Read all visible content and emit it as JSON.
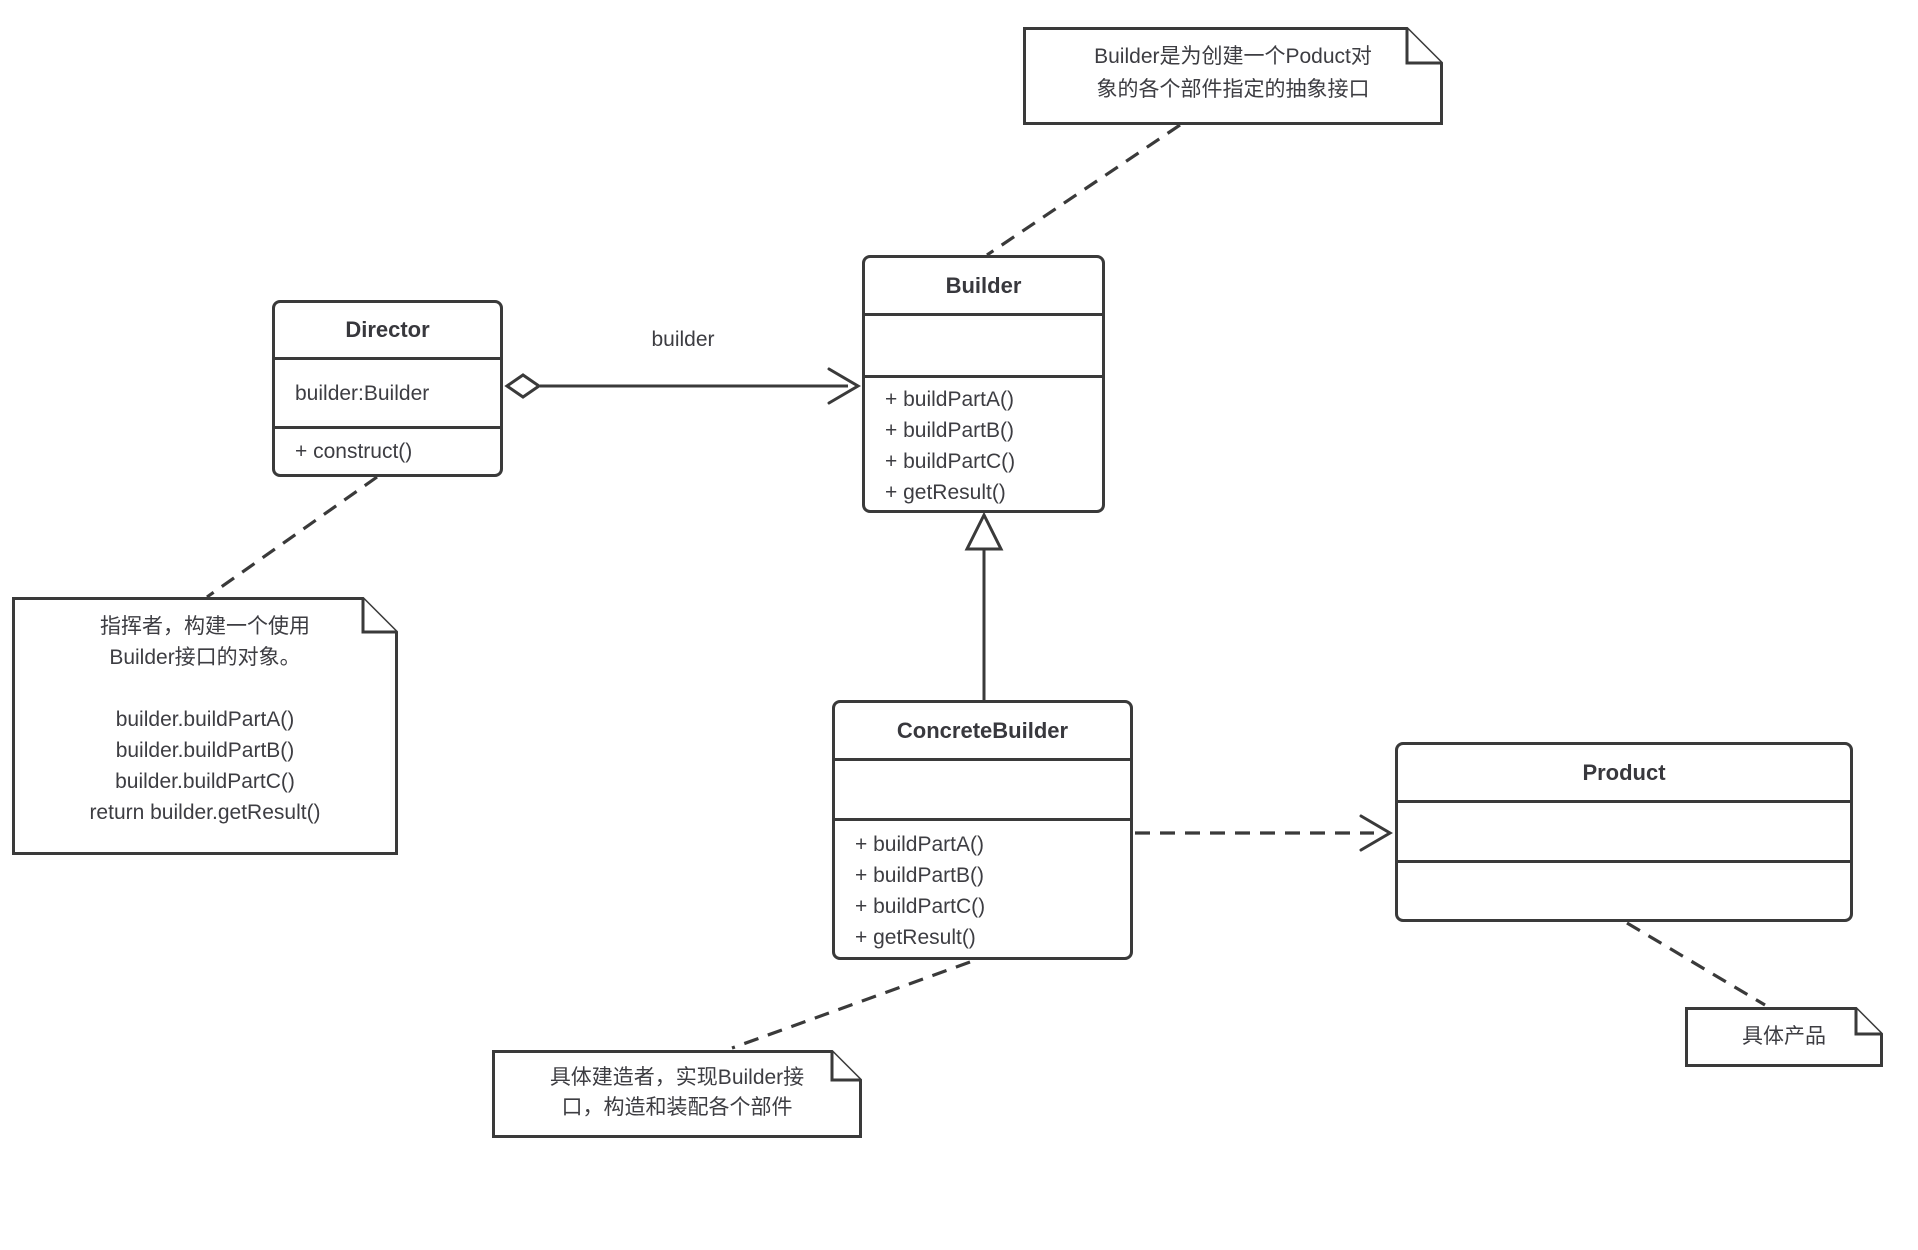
{
  "classes": [
    {
      "name": "Director",
      "attributes": [
        "builder:Builder"
      ],
      "methods": [
        "+ construct()"
      ]
    },
    {
      "name": "Builder",
      "attributes": [],
      "methods": [
        "+ buildPartA()",
        "+ buildPartB()",
        "+ buildPartC()",
        "+ getResult()"
      ]
    },
    {
      "name": "ConcreteBuilder",
      "attributes": [],
      "methods": [
        "+ buildPartA()",
        "+ buildPartB()",
        "+ buildPartC()",
        "+ getResult()"
      ]
    },
    {
      "name": "Product",
      "attributes": [],
      "methods": []
    }
  ],
  "notes": [
    {
      "id": "builder-note",
      "lines": [
        "Builder是为创建一个Poduct对",
        "象的各个部件指定的抽象接口"
      ]
    },
    {
      "id": "director-note",
      "lines": [
        "指挥者，构建一个使用",
        "Builder接口的对象。",
        "",
        "builder.buildPartA()",
        "builder.buildPartB()",
        "builder.buildPartC()",
        "return builder.getResult()"
      ]
    },
    {
      "id": "concrete-builder-note",
      "lines": [
        "具体建造者，实现Builder接",
        "口，构造和装配各个部件"
      ]
    },
    {
      "id": "product-note",
      "lines": [
        "具体产品"
      ]
    }
  ],
  "edges": [
    {
      "from": "Director",
      "to": "Builder",
      "type": "aggregation",
      "label": "builder"
    },
    {
      "from": "ConcreteBuilder",
      "to": "Builder",
      "type": "generalization",
      "label": ""
    },
    {
      "from": "ConcreteBuilder",
      "to": "Product",
      "type": "dependency",
      "label": ""
    },
    {
      "from": "builder-note",
      "to": "Builder",
      "type": "note-attachment",
      "label": ""
    },
    {
      "from": "director-note",
      "to": "Director",
      "type": "note-attachment",
      "label": ""
    },
    {
      "from": "concrete-builder-note",
      "to": "ConcreteBuilder",
      "type": "note-attachment",
      "label": ""
    },
    {
      "from": "product-note",
      "to": "Product",
      "type": "note-attachment",
      "label": ""
    }
  ],
  "colors": {
    "line": "#3a3a3a",
    "text": "#3d3d42",
    "background": "#ffffff"
  }
}
